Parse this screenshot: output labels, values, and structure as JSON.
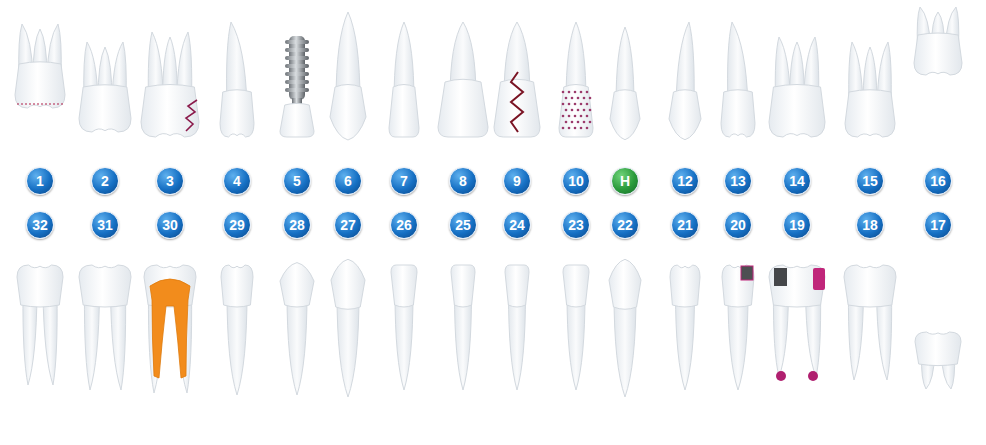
{
  "diagram": {
    "nodes": [
      {
        "text": [
          "1"
        ]
      },
      {
        "text": [
          "2"
        ]
      },
      {
        "text": [
          "3"
        ]
      },
      {
        "text": [
          "4"
        ]
      },
      {
        "text": [
          "5"
        ]
      },
      {
        "text": [
          "6"
        ]
      },
      {
        "text": [
          "7"
        ]
      },
      {
        "text": [
          "8"
        ]
      },
      {
        "text": [
          "9"
        ]
      },
      {
        "text": [
          "10"
        ]
      },
      {
        "text": [
          "H"
        ]
      },
      {
        "text": [
          "12"
        ]
      },
      {
        "text": [
          "13"
        ]
      },
      {
        "text": [
          "14"
        ]
      },
      {
        "text": [
          "15"
        ]
      },
      {
        "text": [
          "16"
        ]
      },
      {
        "text": [
          "32"
        ]
      },
      {
        "text": [
          "31"
        ]
      },
      {
        "text": [
          "30"
        ]
      },
      {
        "text": [
          "29"
        ]
      },
      {
        "text": [
          "28"
        ]
      },
      {
        "text": [
          "27"
        ]
      },
      {
        "text": [
          "26"
        ]
      },
      {
        "text": [
          "25"
        ]
      },
      {
        "text": [
          "24"
        ]
      },
      {
        "text": [
          "23"
        ]
      },
      {
        "text": [
          "22"
        ]
      },
      {
        "text": [
          "21"
        ]
      },
      {
        "text": [
          "20"
        ]
      },
      {
        "text": [
          "19"
        ]
      },
      {
        "text": [
          "18"
        ]
      },
      {
        "text": [
          "17"
        ]
      }
    ]
  }
}
